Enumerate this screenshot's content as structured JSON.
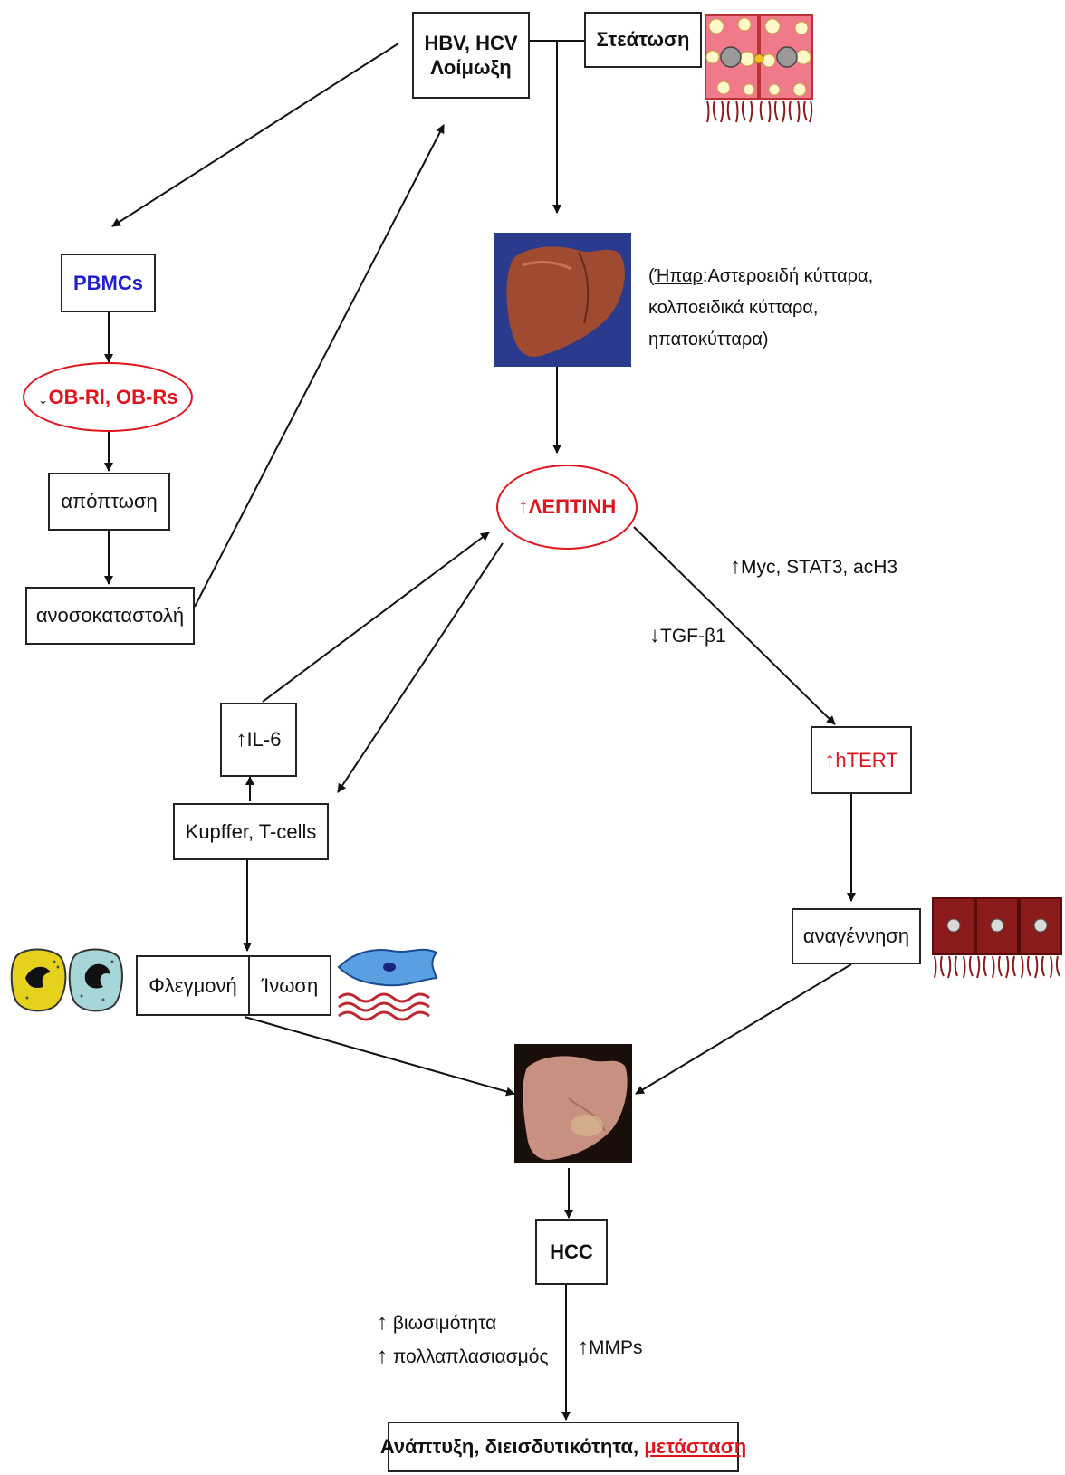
{
  "nodes": {
    "infection": {
      "line1": "HBV, HCV",
      "line2": "Λοίμωξη"
    },
    "steatosis": "Στεάτωση",
    "pbmcs": "PBMCs",
    "ob_receptors": "OB-Rl, OB-Rs",
    "apoptosis": "απόπτωση",
    "immunosuppression": "ανοσοκαταστολή",
    "liver_cells": {
      "line1": "(Ήπαρ:Αστεροειδή κύτταρα,",
      "line1_underlined": "Ήπαρ",
      "line2": "κολποειδικά κύτταρα,",
      "line3": "ηπατοκύτταρα)"
    },
    "leptin": "ΛΕΠΤΙΝΗ",
    "il6": "IL-6",
    "kupffer": "Kupffer, T-cells",
    "inflammation": "Φλεγμονή",
    "fibrosis": "Ίνωση",
    "myc": "Myc, STAT3, acH3",
    "tgf": "TGF-β1",
    "htert": "hTERT",
    "regeneration": "αναγέννηση",
    "hcc": "HCC",
    "viability": "βιωσιμότητα",
    "proliferation": "πολλαπλασιασμός",
    "mmps": "MMPs",
    "outcome": {
      "part1": "Ανάπτυξη, διεισδυτικότητα,",
      "part2": "μετάσταση"
    }
  },
  "symbols": {
    "up_arrow": "↑",
    "down_arrow": "↓"
  },
  "colors": {
    "highlight_red": "#e0141c",
    "pbmc_blue": "#1f1fcf",
    "liver_brown": "#a04a32",
    "liver_bg": "#2a3a8c",
    "tissue_red": "#8b1a1a"
  }
}
